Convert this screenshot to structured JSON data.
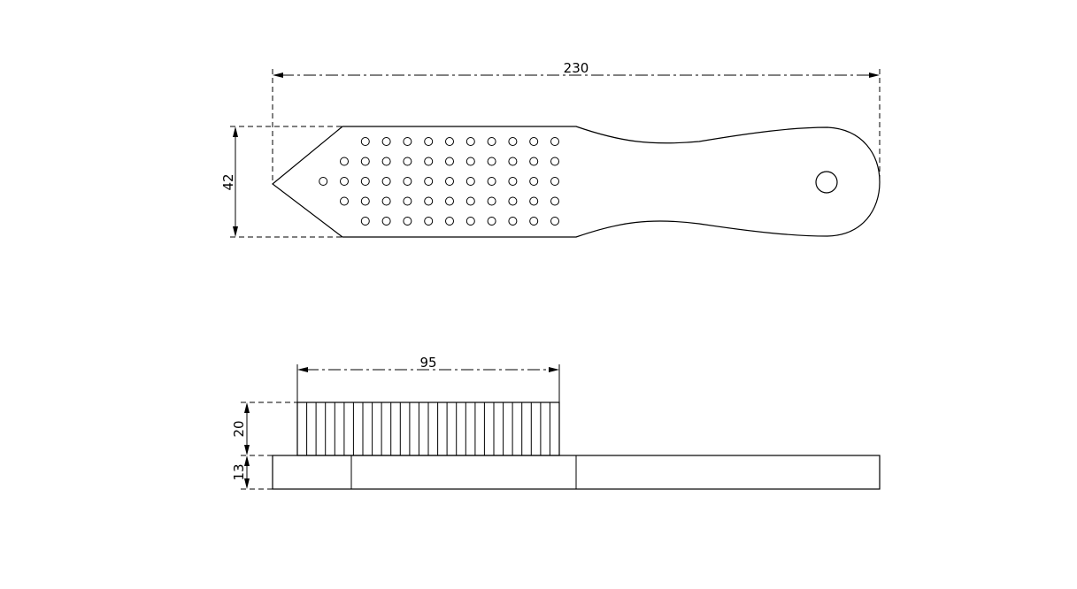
{
  "dimensions": {
    "overall_length": "230",
    "head_width": "42",
    "bristle_length": "95",
    "bristle_height": "20",
    "body_thickness": "13"
  },
  "top_view": {
    "hole_rows": [
      10,
      11,
      12,
      11,
      10
    ]
  },
  "side_view": {
    "bristle_count": 28
  }
}
